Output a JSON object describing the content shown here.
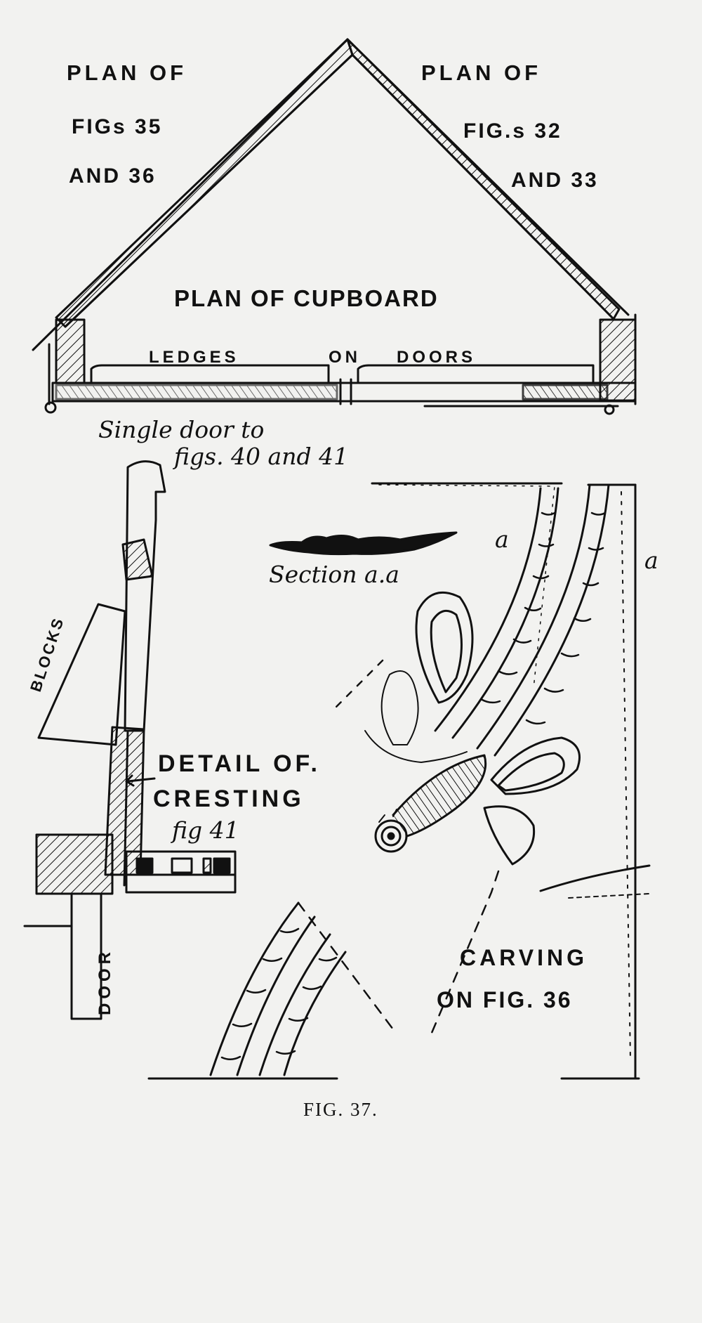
{
  "labels": {
    "plan_left_1": "PLAN OF",
    "plan_left_2": "FIGs 35",
    "plan_left_3": "AND 36",
    "plan_right_1": "PLAN OF",
    "plan_right_2": "FIG.s 32",
    "plan_right_3": "AND 33",
    "plan_cupboard": "PLAN OF CUPBOARD",
    "ledges": "LEDGES",
    "on": "ON",
    "doors": "DOORS",
    "single_door_1": "Single door to",
    "single_door_2": "figs. 40 and 41",
    "section": "Section a.a",
    "mark_a1": "a",
    "mark_a2": "a",
    "blocks": "BLOCKS",
    "detail_1": "DETAIL OF.",
    "detail_2": "CRESTING",
    "detail_3": "fig 41",
    "door": "DOOR",
    "carving_1": "CARVING",
    "carving_2": "ON FIG. 36",
    "caption": "FIG. 37."
  },
  "colors": {
    "ink": "#111111",
    "paper": "#f2f2f0"
  }
}
